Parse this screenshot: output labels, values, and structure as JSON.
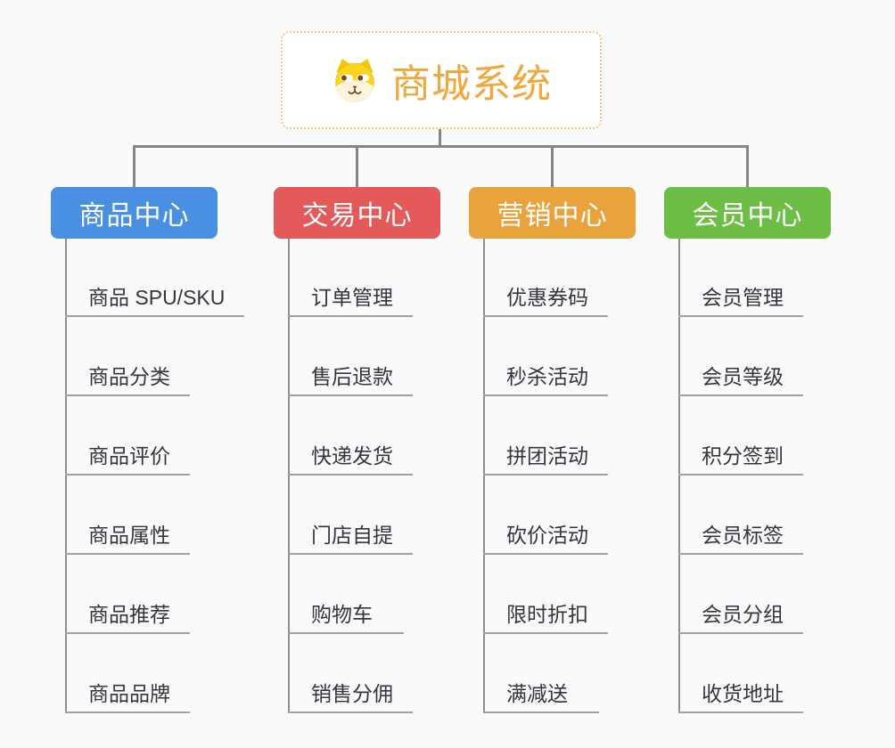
{
  "canvas": {
    "background": "#fafafa",
    "connector_color": "#858585",
    "leaf_underline_color": "#a1a1a1",
    "leaf_text_color": "#333640"
  },
  "root": {
    "title": "商城系统",
    "icon": "dog-face-icon",
    "text_color": "#f0a73c",
    "border_color": "#f5c584",
    "background": "#ffffff"
  },
  "branches": [
    {
      "label": "商品中心",
      "color": "#4a90e2",
      "items": [
        "商品 SPU/SKU",
        "商品分类",
        "商品评价",
        "商品属性",
        "商品推荐",
        "商品品牌"
      ]
    },
    {
      "label": "交易中心",
      "color": "#e4595a",
      "items": [
        "订单管理",
        "售后退款",
        "快递发货",
        "门店自提",
        "购物车",
        "销售分佣"
      ]
    },
    {
      "label": "营销中心",
      "color": "#e8a33d",
      "items": [
        "优惠券码",
        "秒杀活动",
        "拼团活动",
        "砍价活动",
        "限时折扣",
        "满减送"
      ]
    },
    {
      "label": "会员中心",
      "color": "#6cbe45",
      "items": [
        "会员管理",
        "会员等级",
        "积分签到",
        "会员标签",
        "会员分组",
        "收货地址"
      ]
    }
  ]
}
